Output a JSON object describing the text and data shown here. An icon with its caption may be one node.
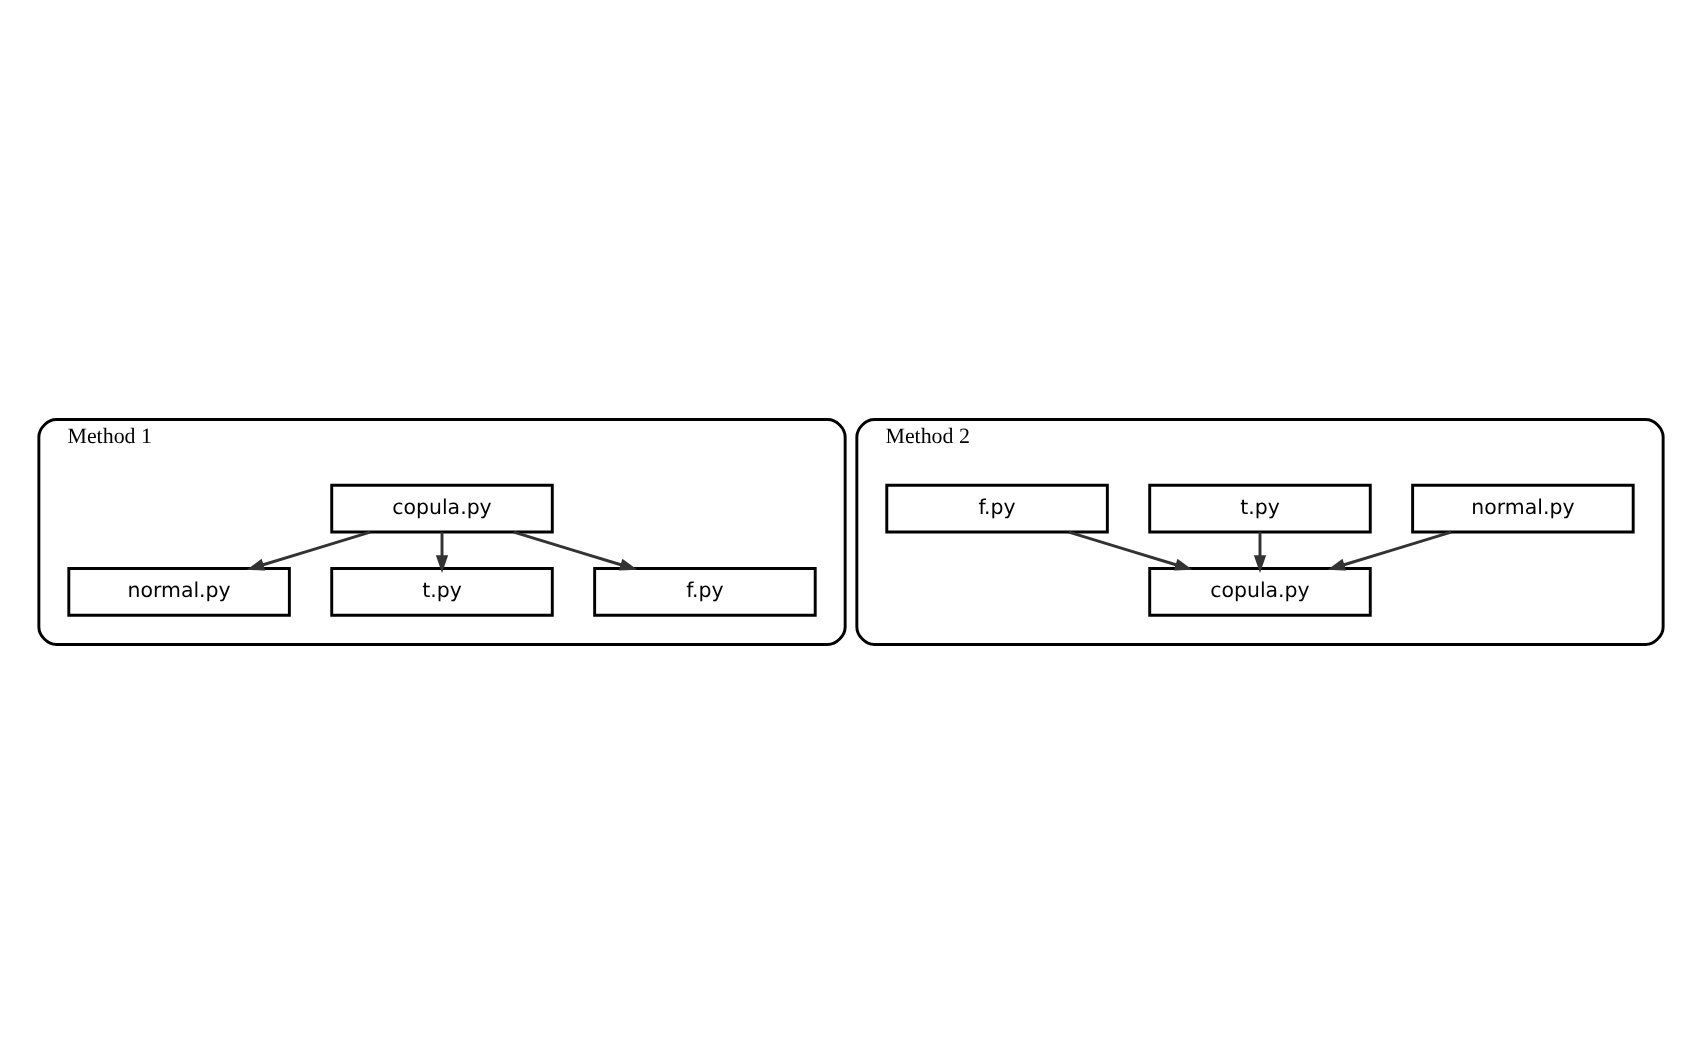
{
  "diagram": {
    "nodes": [
      {
        "text": [
          "Method 1"
        ]
      },
      {
        "text": [
          "normal.py"
        ],
        "in": 0
      },
      {
        "text": [
          "t.py"
        ],
        "in": 0
      },
      {
        "text": [
          "f.py"
        ],
        "in": 0
      },
      {
        "text": [
          "copula.py"
        ],
        "in": 0
      },
      {
        "text": [
          "Method 2"
        ]
      },
      {
        "text": [
          "normal.py"
        ],
        "in": 5
      },
      {
        "text": [
          "t.py"
        ],
        "in": 5
      },
      {
        "text": [
          "f.py"
        ],
        "in": 5
      },
      {
        "text": [
          "copula.py"
        ],
        "in": 5
      }
    ],
    "edges": [
      {
        "from": 4,
        "to": 1,
        "arrow": "to"
      },
      {
        "from": 4,
        "to": 2,
        "arrow": "to"
      },
      {
        "from": 4,
        "to": 3,
        "arrow": "to"
      },
      {
        "from": 6,
        "to": 9,
        "arrow": "to"
      },
      {
        "from": 7,
        "to": 9,
        "arrow": "to"
      },
      {
        "from": 8,
        "to": 9,
        "arrow": "to"
      }
    ]
  }
}
